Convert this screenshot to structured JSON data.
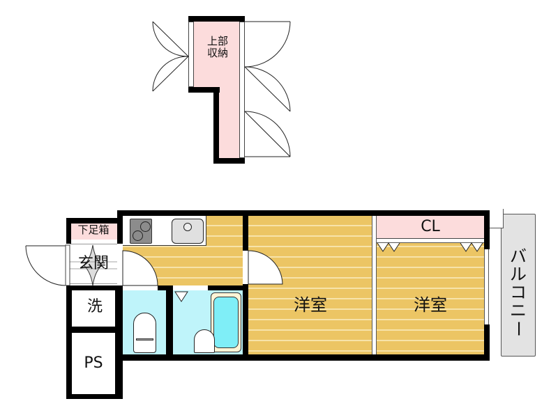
{
  "floorplan": {
    "upper_storage": {
      "label_line1": "上部",
      "label_line2": "収納"
    },
    "entrance": {
      "shoe_box": "下足箱",
      "label": "玄関"
    },
    "laundry": {
      "label": "洗"
    },
    "pipe_space": {
      "label": "PS"
    },
    "kitchen": {
      "appliances": [
        "stove",
        "sink"
      ]
    },
    "toilet": {
      "fixture": "toilet"
    },
    "bathroom": {
      "fixtures": [
        "wash-basin",
        "bathtub"
      ]
    },
    "room1": {
      "label": "洋室"
    },
    "room2": {
      "label": "洋室",
      "closet": "CL"
    },
    "balcony": {
      "label": "バルコニー",
      "label_chars": [
        "バ",
        "ル",
        "コ",
        "ニ",
        "ー"
      ]
    },
    "colors": {
      "wall": "#000000",
      "flooring": "#ecc564",
      "flooring_stripe": "#f7e3aa",
      "storage_pink": "#fcdcdc",
      "wet_area": "#bff4fa",
      "bathtub": "#7feef7",
      "balcony": "#e3e3e3"
    }
  }
}
